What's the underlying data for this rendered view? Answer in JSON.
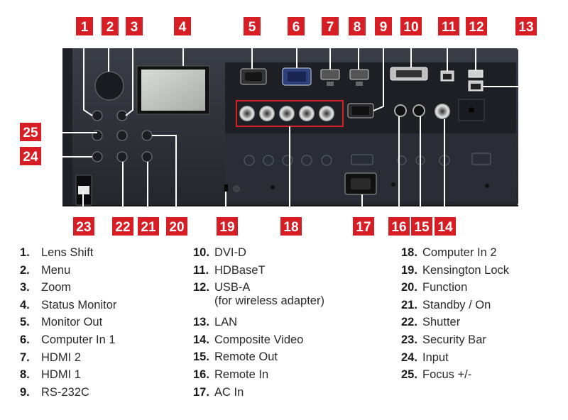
{
  "legend": [
    {
      "num": "1.",
      "label": "Lens Shift"
    },
    {
      "num": "2.",
      "label": "Menu"
    },
    {
      "num": "3.",
      "label": "Zoom"
    },
    {
      "num": "4.",
      "label": "Status Monitor"
    },
    {
      "num": "5.",
      "label": "Monitor Out"
    },
    {
      "num": "6.",
      "label": "Computer In 1"
    },
    {
      "num": "7.",
      "label": "HDMI 2"
    },
    {
      "num": "8.",
      "label": "HDMI 1"
    },
    {
      "num": "9.",
      "label": "RS-232C"
    },
    {
      "num": "10.",
      "label": "DVI-D"
    },
    {
      "num": "11.",
      "label": "HDBaseT"
    },
    {
      "num": "12.",
      "label": "USB-A",
      "sublabel": "(for wireless adapter)"
    },
    {
      "num": "13.",
      "label": "LAN"
    },
    {
      "num": "14.",
      "label": "Composite Video"
    },
    {
      "num": "15.",
      "label": "Remote Out"
    },
    {
      "num": "16.",
      "label": "Remote In"
    },
    {
      "num": "17.",
      "label": "AC In"
    },
    {
      "num": "18.",
      "label": "Computer In 2"
    },
    {
      "num": "19.",
      "label": "Kensington Lock"
    },
    {
      "num": "20.",
      "label": "Function"
    },
    {
      "num": "21.",
      "label": "Standby / On"
    },
    {
      "num": "22.",
      "label": "Shutter"
    },
    {
      "num": "23.",
      "label": "Security Bar"
    },
    {
      "num": "24.",
      "label": "Input"
    },
    {
      "num": "25.",
      "label": "Focus +/-"
    }
  ],
  "callouts": [
    "1",
    "2",
    "3",
    "4",
    "5",
    "6",
    "7",
    "8",
    "9",
    "10",
    "11",
    "12",
    "13",
    "14",
    "15",
    "16",
    "17",
    "18",
    "19",
    "20",
    "21",
    "22",
    "23",
    "24",
    "25"
  ],
  "colors": {
    "badge": "#d81e25",
    "panel": "#2b2e36",
    "panel_edge": "#1c1e24",
    "leader": "#ffffff"
  }
}
